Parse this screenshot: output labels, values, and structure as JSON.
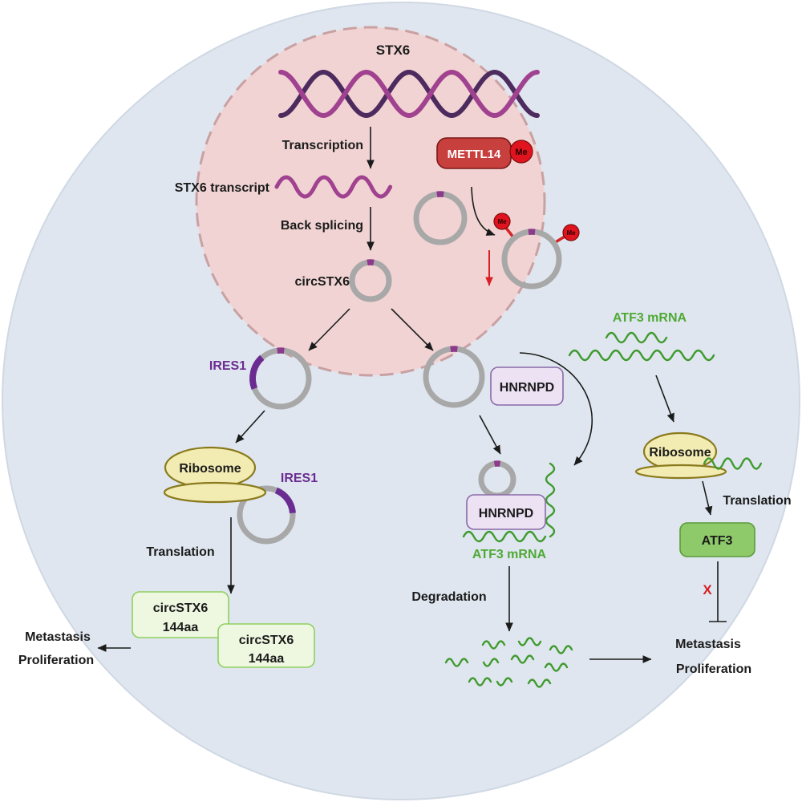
{
  "diagram": {
    "nucleus": {
      "gene_label": "STX6",
      "transcription_label": "Transcription",
      "transcript_label": "STX6 transcript",
      "back_splicing_label": "Back splicing",
      "circrna_label": "circSTX6",
      "mettl14_label": "METTL14",
      "methyl_labels": [
        "Me",
        "Me",
        "Me"
      ]
    },
    "ires_translation": {
      "ires_label": "IRES1",
      "ribosome_label": "Ribosome",
      "ribosome_ires_label": "IRES1",
      "translation_label": "Translation",
      "peptides": [
        {
          "name": "circSTX6",
          "size": "144aa"
        },
        {
          "name": "circSTX6",
          "size": "144aa"
        }
      ],
      "outcome": [
        "Metastasis",
        "Proliferation"
      ]
    },
    "hnrnpd_degradation": {
      "protein_label": "HNRNPD",
      "complex_protein_label": "HNRNPD",
      "mrna_label": "ATF3 mRNA",
      "degradation_label": "Degradation"
    },
    "atf3_translation": {
      "mrna_label": "ATF3 mRNA",
      "ribosome_label": "Ribosome",
      "translation_label": "Translation",
      "protein_label": "ATF3",
      "inhibition_mark": "X",
      "outcome": [
        "Metastasis",
        "Proliferation"
      ]
    }
  },
  "colors": {
    "cell": "#dfe6ef",
    "cell_edge": "#cfd8e3",
    "nucleus": "#f1d3d3",
    "nucleus_border": "#c9a1a2",
    "dna_light": "#a0428f",
    "dna_dark": "#4d2b5e",
    "circrna": "#a8a8a8",
    "circrna_mark": "#8e3a8c",
    "ires": "#6b2c91",
    "methyl": "#e0141e",
    "methyl_link": "#d42525",
    "mettl14": "#c8403d",
    "hnrnpd": "#ece2f4",
    "hnrnpd_border": "#8a6aa8",
    "atf3_mrna": "#3f9a2e",
    "atf3_text": "#4fa935",
    "atf3_protein": "#8ec96a",
    "atf3_border": "#5c9b3c",
    "peptide": "#eef8e1",
    "peptide_border": "#8fcf5f",
    "ribosome": "#f3ecb2",
    "ribosome_border": "#8a7a1e",
    "inhibition": "#d81f26"
  }
}
